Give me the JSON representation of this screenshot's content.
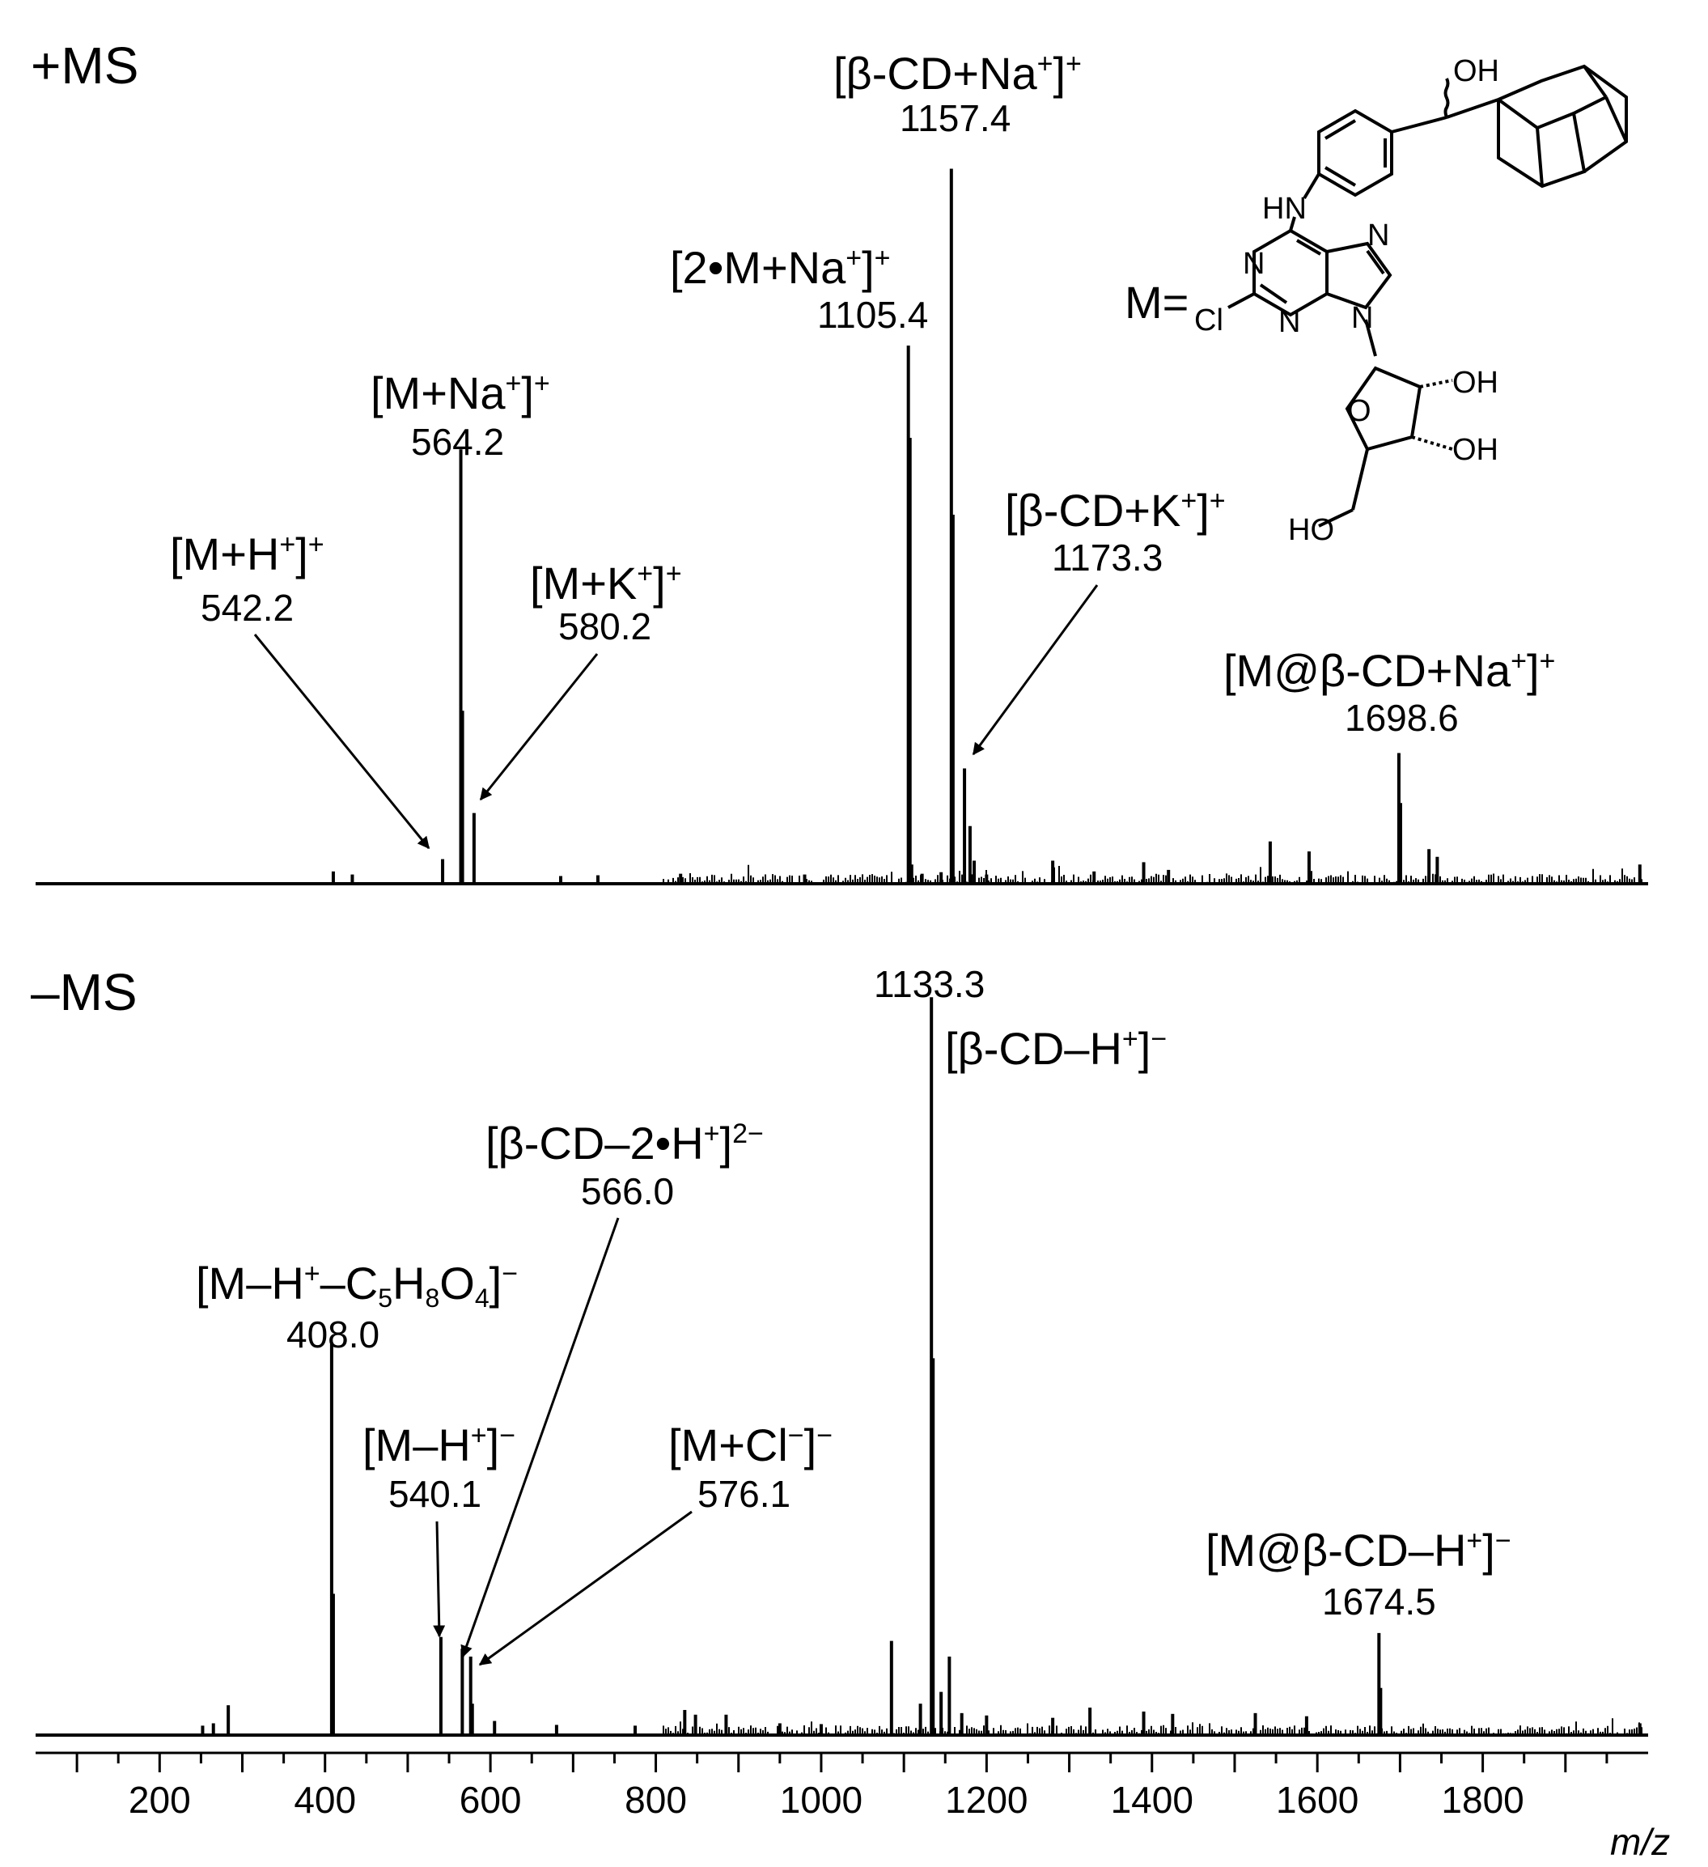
{
  "chart_data": [
    {
      "type": "line",
      "panel_title": "+MS",
      "xlim": [
        50,
        2000
      ],
      "ylim": [
        0,
        100
      ],
      "series": [
        {
          "name": "",
          "peaks": [
            {
              "x": 410,
              "y": 1.6
            },
            {
              "x": 433,
              "y": 1.2
            },
            {
              "x": 542.2,
              "y": 3.2
            },
            {
              "x": 564.2,
              "y": 56.5
            },
            {
              "x": 566.2,
              "y": 22.5
            },
            {
              "x": 580.2,
              "y": 9.2
            },
            {
              "x": 685,
              "y": 1.0
            },
            {
              "x": 730,
              "y": 1.1
            },
            {
              "x": 830,
              "y": 1.3
            },
            {
              "x": 980,
              "y": 1.2
            },
            {
              "x": 1105.4,
              "y": 70.0
            },
            {
              "x": 1107.4,
              "y": 58.0
            },
            {
              "x": 1109.4,
              "y": 2.5
            },
            {
              "x": 1122,
              "y": 1.3
            },
            {
              "x": 1145,
              "y": 1.5
            },
            {
              "x": 1157.4,
              "y": 93.0
            },
            {
              "x": 1159.4,
              "y": 48.0
            },
            {
              "x": 1173.3,
              "y": 15.0
            },
            {
              "x": 1180,
              "y": 7.5
            },
            {
              "x": 1185,
              "y": 3.0
            },
            {
              "x": 1200,
              "y": 1.2
            },
            {
              "x": 1280,
              "y": 3.0
            },
            {
              "x": 1330,
              "y": 1.6
            },
            {
              "x": 1390,
              "y": 2.8
            },
            {
              "x": 1420,
              "y": 1.8
            },
            {
              "x": 1543,
              "y": 5.5
            },
            {
              "x": 1590,
              "y": 4.2
            },
            {
              "x": 1698.6,
              "y": 17.0
            },
            {
              "x": 1700.6,
              "y": 10.5
            },
            {
              "x": 1735,
              "y": 4.5
            },
            {
              "x": 1745,
              "y": 3.5
            },
            {
              "x": 1990,
              "y": 2.5
            }
          ]
        }
      ],
      "annotations": [
        {
          "text": "[M+H⁺]⁺",
          "value": "542.2"
        },
        {
          "text": "[M+Na⁺]⁺",
          "value": "564.2"
        },
        {
          "text": "[M+K⁺]⁺",
          "value": "580.2"
        },
        {
          "text": "[2•M+Na⁺]⁺",
          "value": "1105.4"
        },
        {
          "text": "[β-CD+Na⁺]⁺",
          "value": "1157.4"
        },
        {
          "text": "[β-CD+K⁺]⁺",
          "value": "1173.3"
        },
        {
          "text": "[M@β-CD+Na⁺]⁺",
          "value": "1698.6"
        }
      ]
    },
    {
      "type": "line",
      "panel_title": "–MS",
      "xlim": [
        50,
        2000
      ],
      "ylim": [
        0,
        100
      ],
      "xlabel": "m/z",
      "x_ticks": [
        "200",
        "400",
        "600",
        "800",
        "1000",
        "1200",
        "1400",
        "1600",
        "1800"
      ],
      "series": [
        {
          "name": "",
          "peaks": [
            {
              "x": 252,
              "y": 1.2
            },
            {
              "x": 265,
              "y": 1.5
            },
            {
              "x": 283,
              "y": 3.8
            },
            {
              "x": 408.0,
              "y": 50.0
            },
            {
              "x": 410.0,
              "y": 18.0
            },
            {
              "x": 540.1,
              "y": 12.5
            },
            {
              "x": 566.0,
              "y": 11.0
            },
            {
              "x": 576.1,
              "y": 10.0
            },
            {
              "x": 578.1,
              "y": 4.0
            },
            {
              "x": 605,
              "y": 1.8
            },
            {
              "x": 680,
              "y": 1.3
            },
            {
              "x": 775,
              "y": 1.2
            },
            {
              "x": 835,
              "y": 3.2
            },
            {
              "x": 848,
              "y": 2.6
            },
            {
              "x": 885,
              "y": 2.6
            },
            {
              "x": 950,
              "y": 1.5
            },
            {
              "x": 1000,
              "y": 1.4
            },
            {
              "x": 1085,
              "y": 12.0
            },
            {
              "x": 1120,
              "y": 4.0
            },
            {
              "x": 1133.3,
              "y": 94.0
            },
            {
              "x": 1135.3,
              "y": 48.0
            },
            {
              "x": 1145,
              "y": 5.5
            },
            {
              "x": 1155,
              "y": 10.0
            },
            {
              "x": 1170,
              "y": 2.8
            },
            {
              "x": 1200,
              "y": 2.5
            },
            {
              "x": 1280,
              "y": 2.2
            },
            {
              "x": 1325,
              "y": 3.5
            },
            {
              "x": 1390,
              "y": 3.0
            },
            {
              "x": 1425,
              "y": 2.7
            },
            {
              "x": 1525,
              "y": 2.8
            },
            {
              "x": 1587,
              "y": 2.4
            },
            {
              "x": 1674.5,
              "y": 13.0
            },
            {
              "x": 1676.5,
              "y": 6.0
            },
            {
              "x": 1990,
              "y": 1.5
            }
          ]
        }
      ],
      "annotations": [
        {
          "text": "[M–H⁺–C₅H₈O₄]⁻",
          "value": "408.0"
        },
        {
          "text": "[M–H⁺]⁻",
          "value": "540.1"
        },
        {
          "text": "[β-CD–2•H⁺]²⁻",
          "value": "566.0"
        },
        {
          "text": "[M+Cl⁻]⁻",
          "value": "576.1"
        },
        {
          "text": "[β-CD–H⁺]⁻",
          "value": "1133.3"
        },
        {
          "text": "[M@β-CD–H⁺]⁻",
          "value": "1674.5"
        }
      ]
    }
  ],
  "structure": {
    "label": "M=",
    "atoms": [
      "OH",
      "HN",
      "N",
      "N",
      "N",
      "N",
      "Cl",
      "OH",
      "O",
      "OH",
      "HO"
    ]
  },
  "colors": {
    "ink": "#000000",
    "background": "#ffffff"
  }
}
